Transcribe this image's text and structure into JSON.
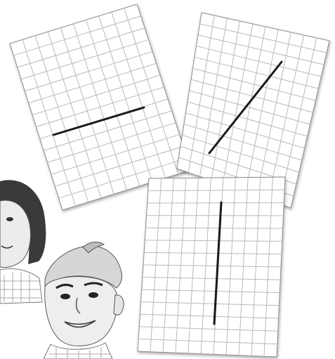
{
  "scene": {
    "background_color": "#ffffff",
    "grid_sheets": [
      {
        "name": "grid-sheet-horizontal-segment",
        "segment_orientation": "horizontal"
      },
      {
        "name": "grid-sheet-diagonal-segment",
        "segment_orientation": "diagonal"
      },
      {
        "name": "grid-sheet-vertical-segment",
        "segment_orientation": "vertical"
      }
    ],
    "colors": {
      "paper": "#ffffff",
      "grid_line": "#b9b9b9",
      "paper_edge": "#8f8f8f",
      "segment": "#1a1a1a",
      "skin": "#e9e9e9",
      "hair": "#3a3a3a"
    },
    "characters": [
      "girl-illustration",
      "boy-illustration"
    ]
  }
}
